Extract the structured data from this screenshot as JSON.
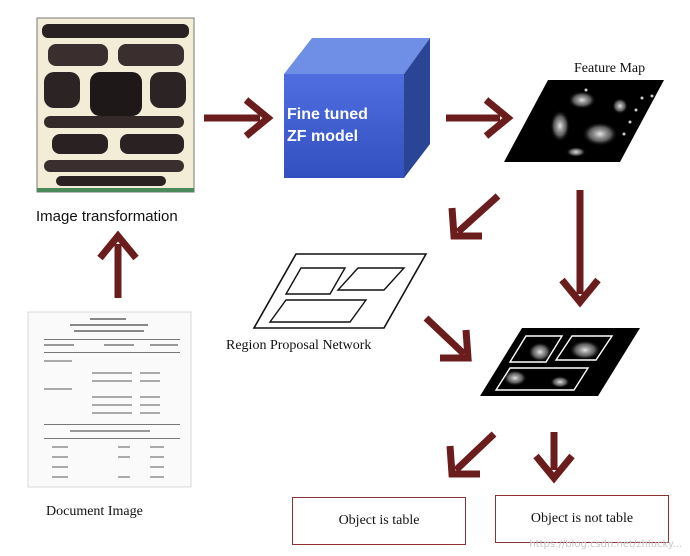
{
  "labels": {
    "image_transformation": "Image transformation",
    "document_image": "Document Image",
    "model_line1": "Fine tuned",
    "model_line2": "ZF model",
    "feature_map": "Feature Map",
    "region_proposal": "Region Proposal Network",
    "object_table": "Object is table",
    "object_not_table": "Object is not table"
  },
  "watermark": "https://blog.csdn.net/zhlucky...",
  "colors": {
    "arrow": "#6b1d1d",
    "cube_front": "#3b5bc8",
    "cube_top": "#6f8ee6",
    "cube_side": "#2a4596",
    "box_border": "#8a3232"
  }
}
